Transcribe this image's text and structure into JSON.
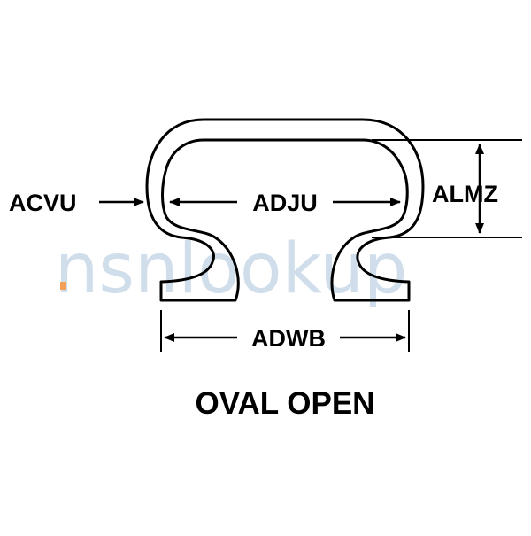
{
  "watermark": {
    "text": "nsnlookup",
    "accent_dot_color": "#f2a05a",
    "text_color": "#a9c4d9"
  },
  "dimensions": {
    "acvu": "ACVU",
    "adju": "ADJU",
    "almz": "ALMZ",
    "adwb": "ADWB"
  },
  "title": "OVAL OPEN",
  "colors": {
    "ink": "#000000",
    "background": "#ffffff"
  }
}
